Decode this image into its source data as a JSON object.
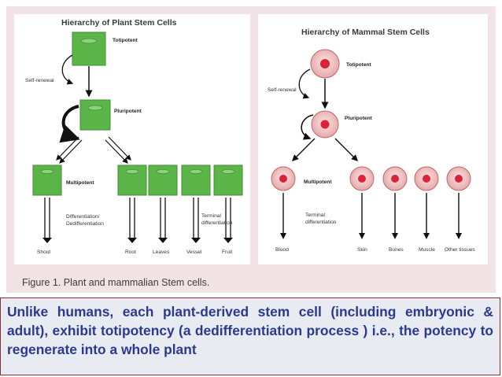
{
  "figure": {
    "plant": {
      "title": "Hierarchy of Plant Stem Cells",
      "totipotent": "Totipotent",
      "self_renewal": "Self-renewal",
      "pluripotent": "Pluripotent",
      "multipotent": "Multipotent",
      "differentiation_1": "Differentiation/",
      "differentiation_2": "Dedifferentiation",
      "terminal_1": "Terminal",
      "terminal_2": "differentiation",
      "outputs": [
        "Shoot",
        "Root",
        "Leaves",
        "Vessel",
        "Fruit"
      ],
      "colors": {
        "cell": "#5cb548",
        "cell_border": "#3f8f35",
        "nucleus": "#8fd27e"
      }
    },
    "mammal": {
      "title": "Hierarchy of Mammal Stem Cells",
      "totipotent": "Totipotent",
      "self_renewal": "Self-renewal",
      "pluripotent": "Pluripotent",
      "multipotent": "Multipotent",
      "terminal_1": "Terminal",
      "terminal_2": "differentiation",
      "outputs": [
        "Blood",
        "Skin",
        "Bones",
        "Muscle",
        "Other tissues"
      ],
      "colors": {
        "cell": "#f3c9c6",
        "cell_border": "#b56a6e",
        "nucleus": "#d9233b"
      }
    },
    "caption": "Figure 1. Plant and mammalian Stem cells."
  },
  "body_text": "Unlike humans, each plant-derived stem cell (including embryonic & adult), exhibit totipotency (a dedifferentiation process ) i.e., the potency to regenerate into a whole plant",
  "colors": {
    "figure_background": "#f2e4e6",
    "text_box_border": "#8a2e3a",
    "text_box_background": "#e9ebf2",
    "body_text": "#2a3a8f"
  }
}
